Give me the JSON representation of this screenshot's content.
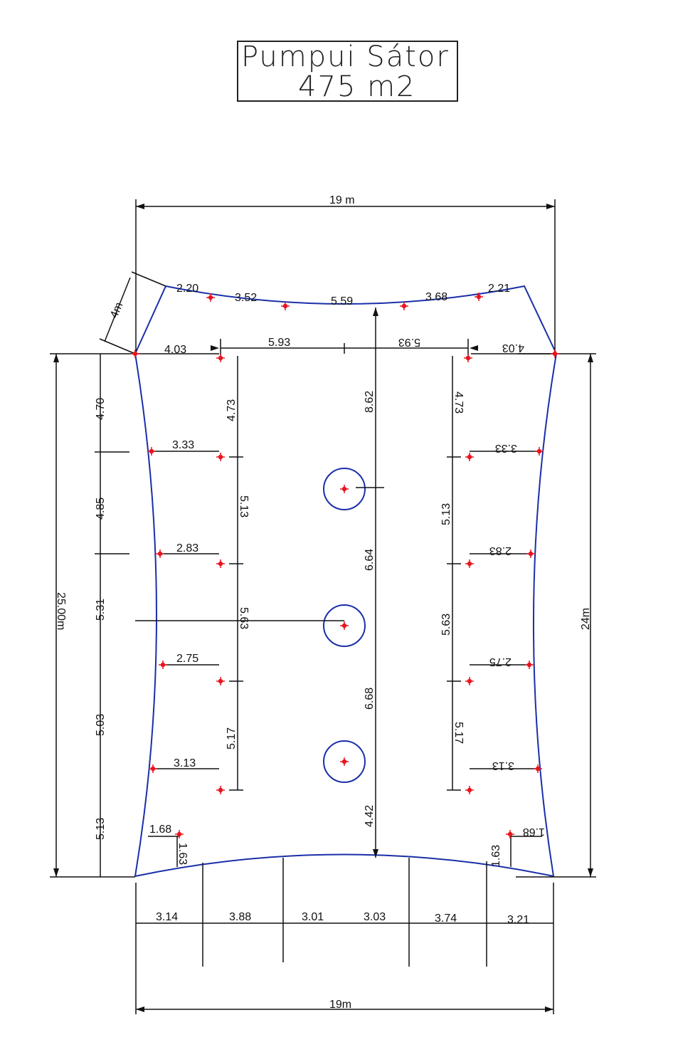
{
  "title": {
    "line1": "Pumpui Sátor",
    "line2": "475 m2"
  },
  "colors": {
    "outline": "#1a2fa8",
    "dim": "#111111",
    "point": "#e8141e"
  },
  "dims": {
    "top_width": "19 m",
    "bottom_width": "19m",
    "corner_diag": "4m",
    "left_height": "25.00m",
    "right_height": "24m",
    "top_edge": [
      "2.20",
      "3.52",
      "5.59",
      "3.68",
      "2.21"
    ],
    "top_offsets": [
      "4.03",
      "5.93",
      "5.93",
      "4.03"
    ],
    "left_chain": [
      "4.70",
      "4.85",
      "5.31",
      "5.03",
      "5.13"
    ],
    "left_inner": [
      "4.73",
      "5.13",
      "5.63",
      "5.17"
    ],
    "right_inner": [
      "4.73",
      "5.13",
      "5.63",
      "5.17"
    ],
    "left_offsets": [
      "3.33",
      "2.83",
      "2.75",
      "3.13"
    ],
    "right_offsets": [
      "3.33",
      "2.83",
      "2.75",
      "3.13"
    ],
    "center_chain": [
      "8.62",
      "6.64",
      "6.68",
      "4.42"
    ],
    "corner_bl": [
      "1.68",
      "1.63"
    ],
    "corner_br": [
      "1.68",
      "1.63"
    ],
    "bottom_chain": [
      "3.14",
      "3.88",
      "3.01",
      "3.03",
      "3.74",
      "3.21"
    ]
  }
}
